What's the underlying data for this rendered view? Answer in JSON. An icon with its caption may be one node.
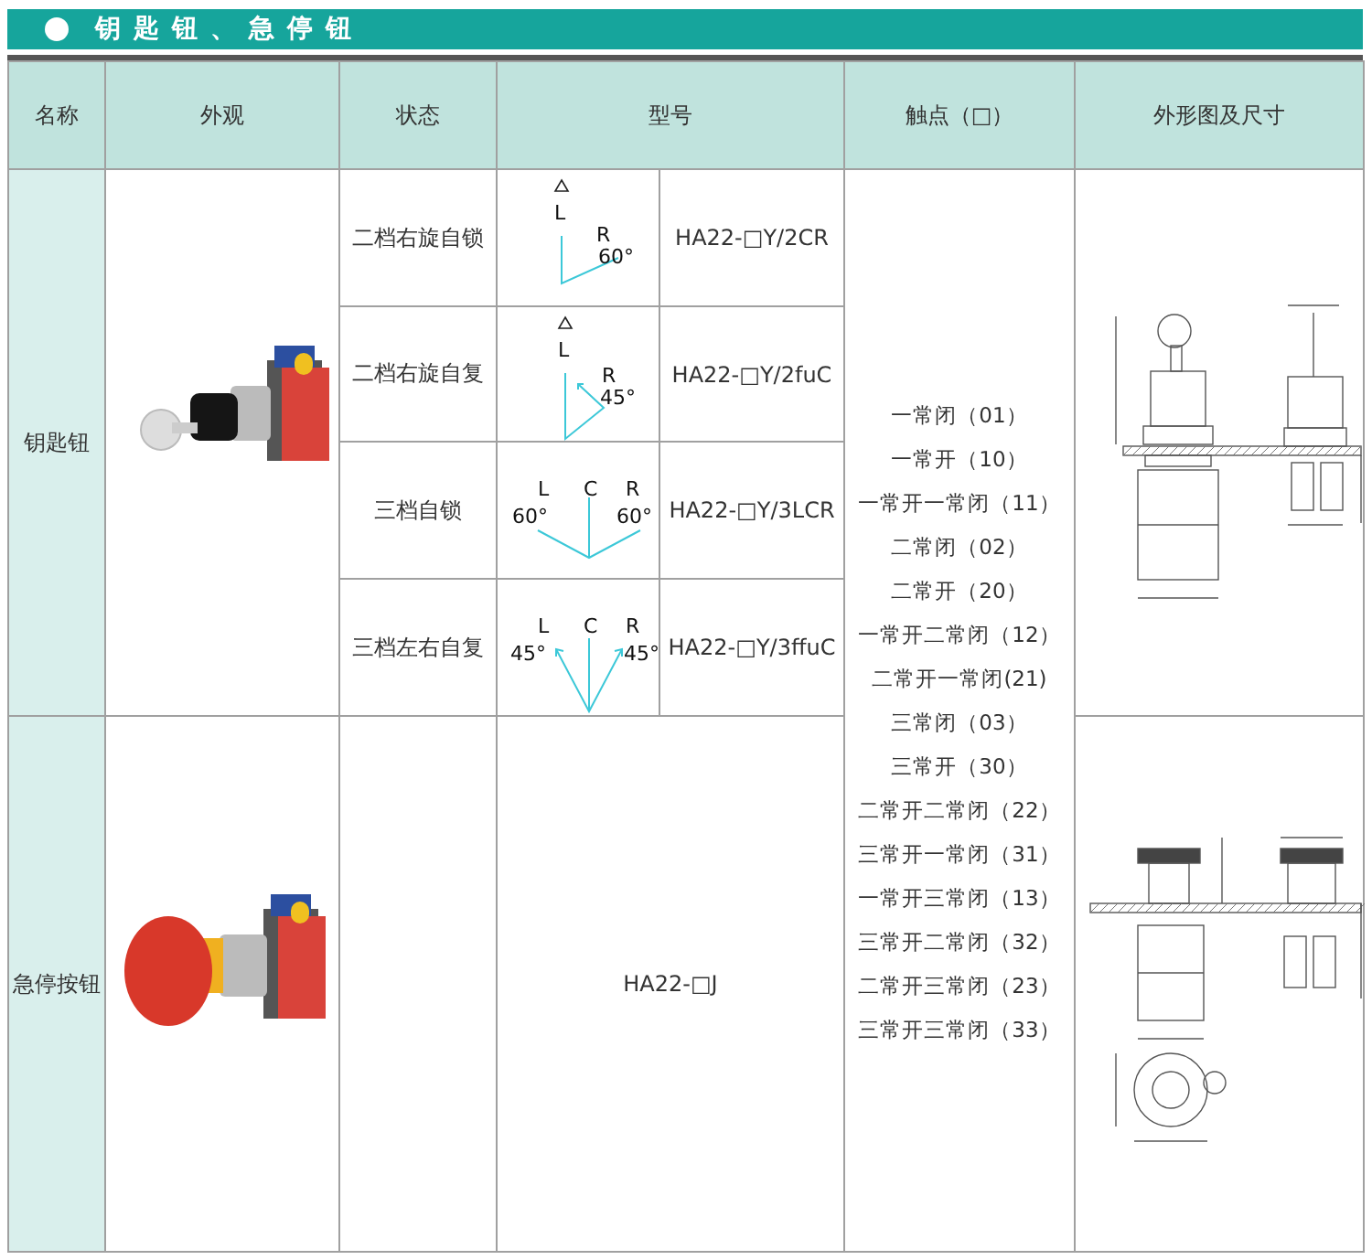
{
  "diagram": {
    "title": "钥匙钮、急停钮",
    "labels": [
      "名称",
      "外观",
      "状态",
      "型号",
      "触点（□）",
      "外形图及尺寸",
      "钥匙钮",
      "二档右旋自锁",
      "L",
      "R",
      "60°",
      "HA22-□Y/2CR",
      "二档右旋自复",
      "L",
      "R",
      "45°",
      "HA22-□Y/2fuC",
      "三档自锁",
      "L",
      "C",
      "R",
      "60°",
      "60°",
      "HA22-□Y/3LCR",
      "三档左右自复",
      "L",
      "C",
      "R",
      "45°",
      "45°",
      "HA22-□Y/3ffuC",
      "一常闭（01）",
      "一常开（10）",
      "一常开一常闭（11）",
      "二常闭（02）",
      "二常开（20）",
      "一常开二常闭（12）",
      "二常开一常闭(21)",
      "三常闭（03）",
      "三常开（30）",
      "二常开二常闭（22）",
      "三常开一常闭（31）",
      "一常开三常闭（13）",
      "三常开二常闭（32）",
      "二常开三常闭（23）",
      "三常开三常闭（33）",
      "急停按钮",
      "HA22-□J"
    ]
  }
}
